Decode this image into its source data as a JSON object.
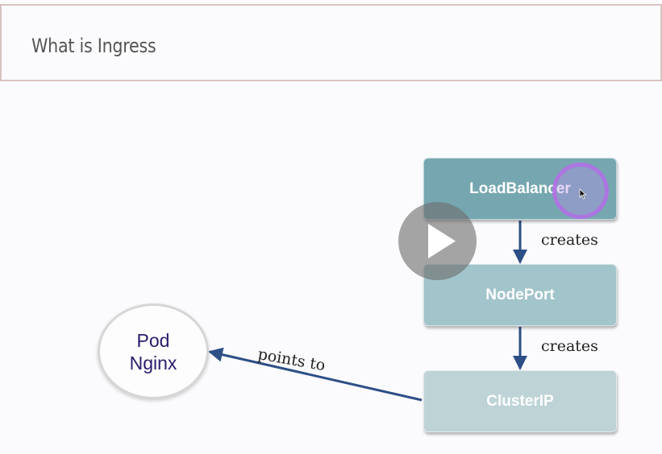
{
  "header": {
    "title": "What is Ingress"
  },
  "diagram": {
    "nodes": {
      "load_balancer": "LoadBalancer",
      "node_port": "NodePort",
      "cluster_ip": "ClusterIP"
    },
    "pod": {
      "line1": "Pod",
      "line2": "Nginx"
    },
    "edges": {
      "lb_to_np": "creates",
      "np_to_cip": "creates",
      "cip_to_pod": "points to"
    }
  },
  "colors": {
    "load_balancer": "#76a7b1",
    "node_port": "#a2c4cb",
    "cluster_ip": "#bed3d6",
    "arrow": "#2d4f86",
    "pod_text": "#2b1b6b"
  },
  "overlay": {
    "play_button": "play-icon",
    "cursor": "cursor-icon"
  }
}
